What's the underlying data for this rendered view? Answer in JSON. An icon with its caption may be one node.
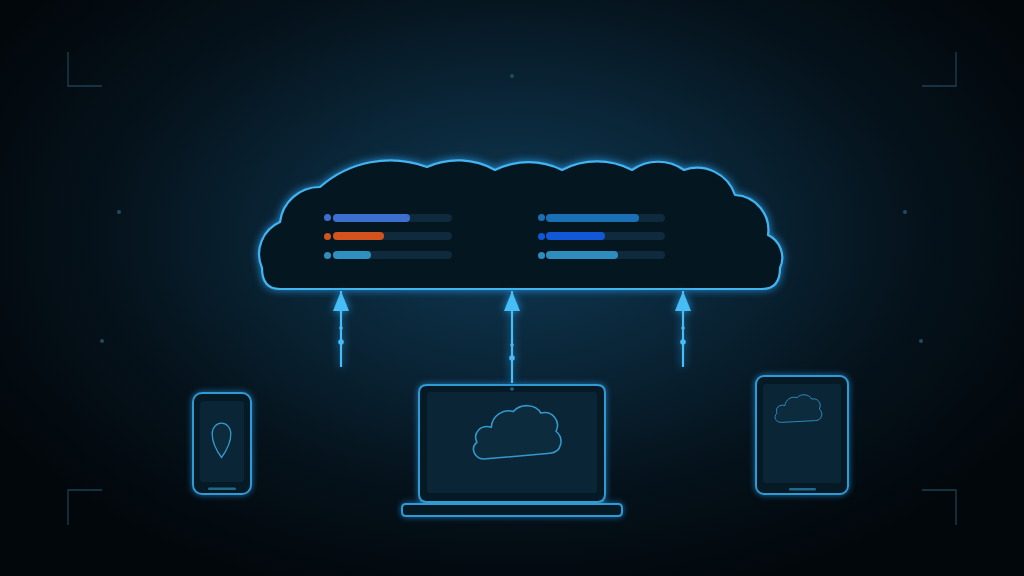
{
  "diagram": {
    "nodes": [
      {
        "text": [],
        "shape": "cloud"
      },
      {
        "text": [],
        "shape": "phone"
      },
      {
        "text": [],
        "shape": "laptop"
      },
      {
        "text": [],
        "shape": "tablet"
      }
    ],
    "edges": [
      {
        "from": null,
        "to": 0,
        "arrow": "to"
      },
      {
        "from": 2,
        "to": 0,
        "arrow": "to"
      },
      {
        "from": null,
        "to": 0,
        "arrow": "to"
      }
    ]
  }
}
